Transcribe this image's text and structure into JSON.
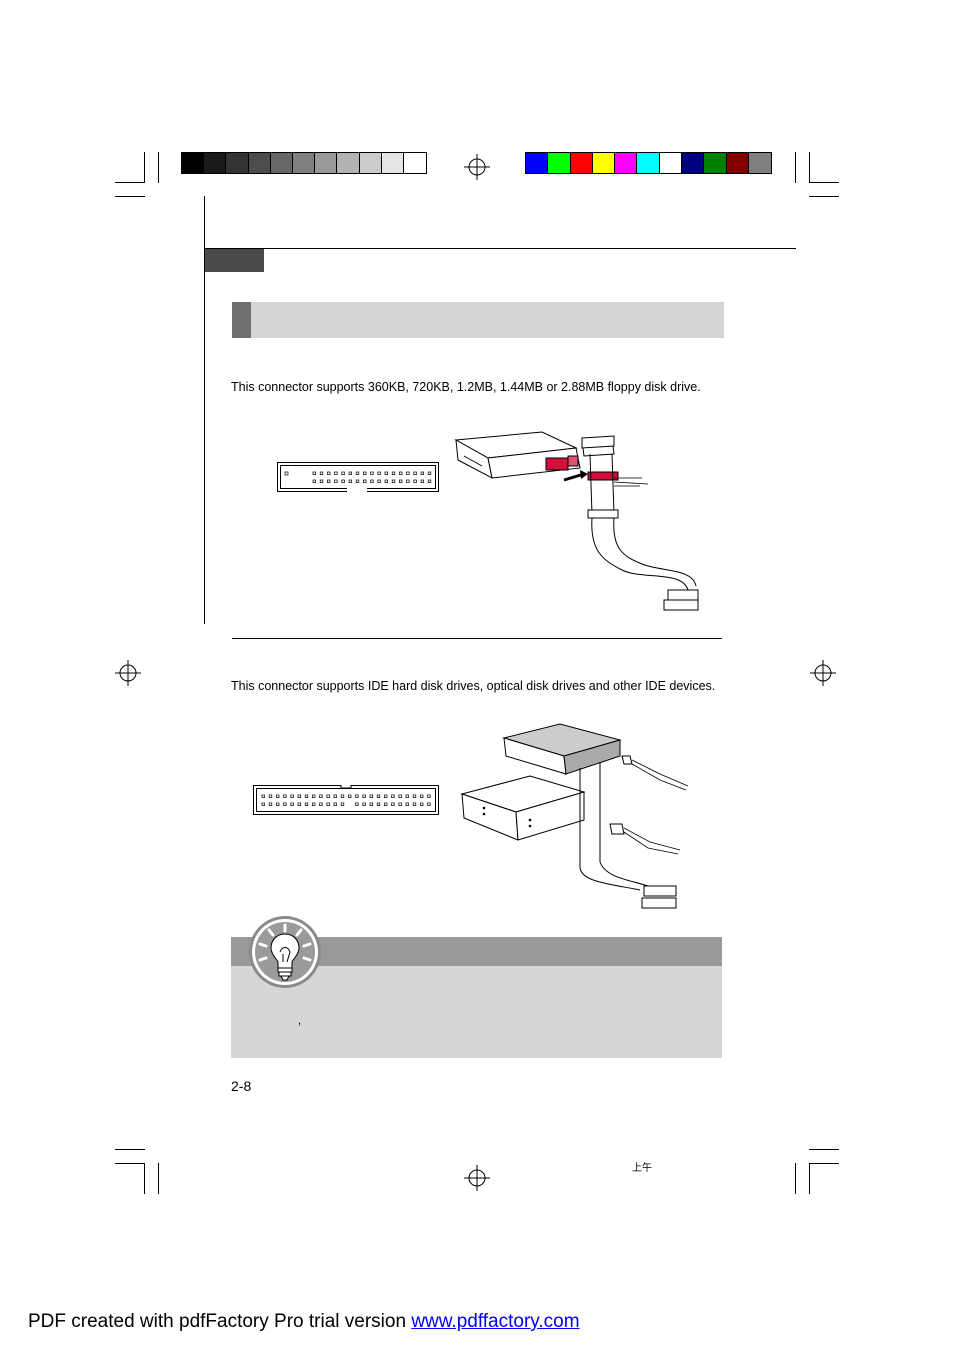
{
  "colors": {
    "grayscale": [
      "#000000",
      "#1a1a1a",
      "#333333",
      "#4d4d4d",
      "#666666",
      "#808080",
      "#999999",
      "#b3b3b3",
      "#cccccc",
      "#e6e6e6",
      "#ffffff"
    ],
    "process": [
      "#0000ff",
      "#00ff00",
      "#ff0000",
      "#ffff00",
      "#ff00ff",
      "#00ffff",
      "#ffffff",
      "#000080",
      "#008000",
      "#800000",
      "#808080"
    ],
    "header_tab": "#4a4a4a",
    "section_band": "#d4d4d4",
    "section_marker": "#6e6e6e",
    "note_bar": "#999999",
    "note_box": "#d6d6d6"
  },
  "floppy": {
    "description": "This connector supports 360KB, 720KB, 1.2MB, 1.44MB or 2.88MB floppy disk drive."
  },
  "ide": {
    "description": "This connector supports IDE hard disk drives, optical disk drives and other IDE devices."
  },
  "note": {
    "icon": "lightbulb-icon",
    "stray_mark": ","
  },
  "page_number": "2-8",
  "bottom_mark": "上午",
  "footer": {
    "prefix": "PDF created with pdfFactory Pro trial version ",
    "link_text": "www.pdffactory.com"
  }
}
